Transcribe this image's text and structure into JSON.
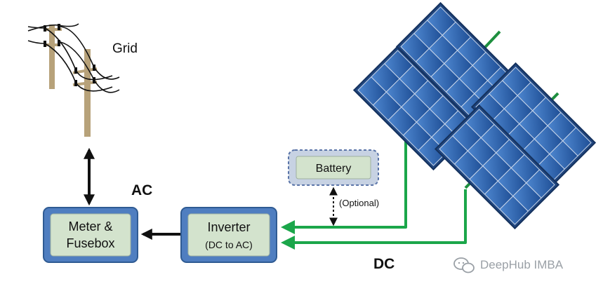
{
  "labels": {
    "grid": "Grid",
    "ac": "AC",
    "dc": "DC",
    "battery": "Battery",
    "optional": "(Optional)",
    "meter_line1": "Meter &",
    "meter_line2": "Fusebox",
    "inverter_line1": "Inverter",
    "inverter_line2": "(DC to AC)"
  },
  "watermark": {
    "text": "DeepHub IMBA",
    "icon": "wechat-icon"
  },
  "colors": {
    "box_fill": "#4f7ec0",
    "box_inner": "#d3e3cd",
    "dc_wire": "#1ba64a",
    "panel": "#2a5aa0"
  }
}
